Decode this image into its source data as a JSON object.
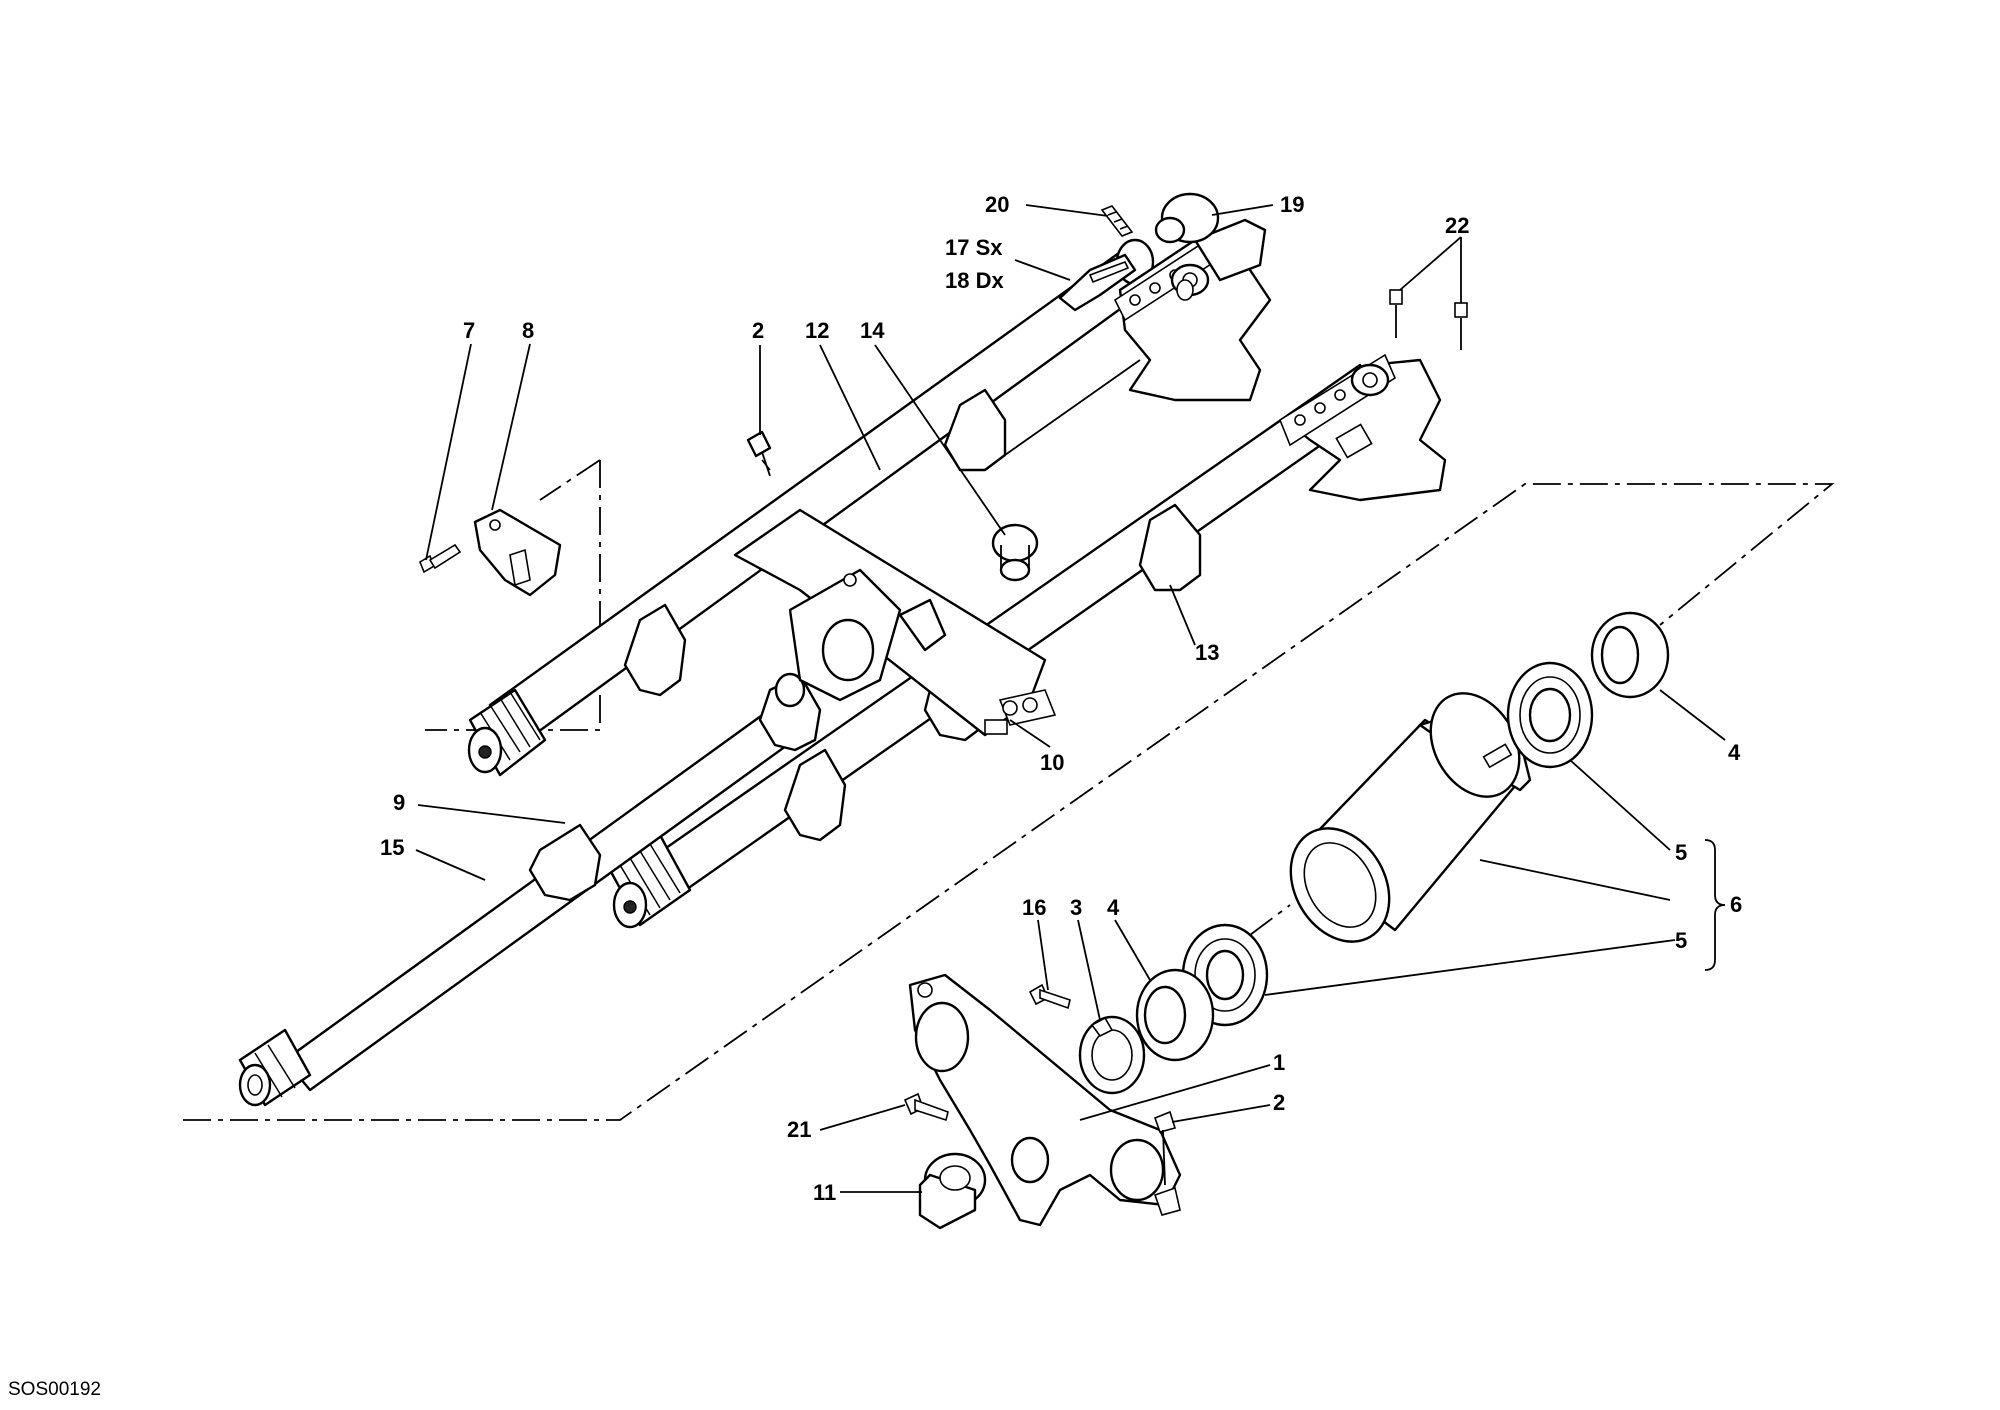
{
  "drawing_code": "SOS00192",
  "callouts": [
    {
      "id": "c20",
      "text": "20"
    },
    {
      "id": "c19",
      "text": "19"
    },
    {
      "id": "c17",
      "text": "17 Sx"
    },
    {
      "id": "c18",
      "text": "18 Dx"
    },
    {
      "id": "c22",
      "text": "22"
    },
    {
      "id": "c7",
      "text": "7"
    },
    {
      "id": "c8",
      "text": "8"
    },
    {
      "id": "c2a",
      "text": "2"
    },
    {
      "id": "c12",
      "text": "12"
    },
    {
      "id": "c14",
      "text": "14"
    },
    {
      "id": "c13",
      "text": "13"
    },
    {
      "id": "c10",
      "text": "10"
    },
    {
      "id": "c9",
      "text": "9"
    },
    {
      "id": "c15",
      "text": "15"
    },
    {
      "id": "c4a",
      "text": "4"
    },
    {
      "id": "c5a",
      "text": "5"
    },
    {
      "id": "c6",
      "text": "6"
    },
    {
      "id": "c5b",
      "text": "5"
    },
    {
      "id": "c16",
      "text": "16"
    },
    {
      "id": "c3",
      "text": "3"
    },
    {
      "id": "c4b",
      "text": "4"
    },
    {
      "id": "c1",
      "text": "1"
    },
    {
      "id": "c2b",
      "text": "2"
    },
    {
      "id": "c21",
      "text": "21"
    },
    {
      "id": "c11",
      "text": "11"
    }
  ]
}
